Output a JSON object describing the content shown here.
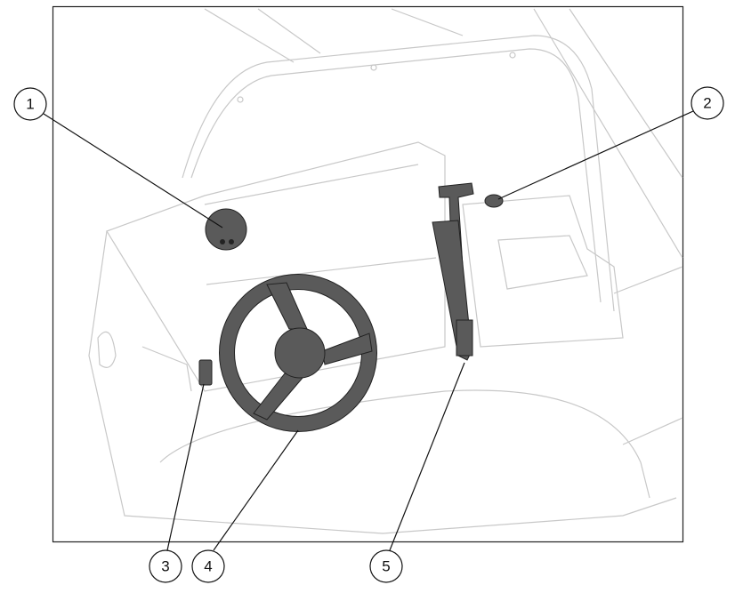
{
  "callouts": [
    {
      "label": "1",
      "part": "gauge"
    },
    {
      "label": "2",
      "part": "switch"
    },
    {
      "label": "3",
      "part": "switch"
    },
    {
      "label": "4",
      "part": "steering-wheel"
    },
    {
      "label": "5",
      "part": "throttle-lever"
    }
  ],
  "colors": {
    "part": "#5a5a5a",
    "outline": "#c8c8c8",
    "frame": "#222222"
  }
}
